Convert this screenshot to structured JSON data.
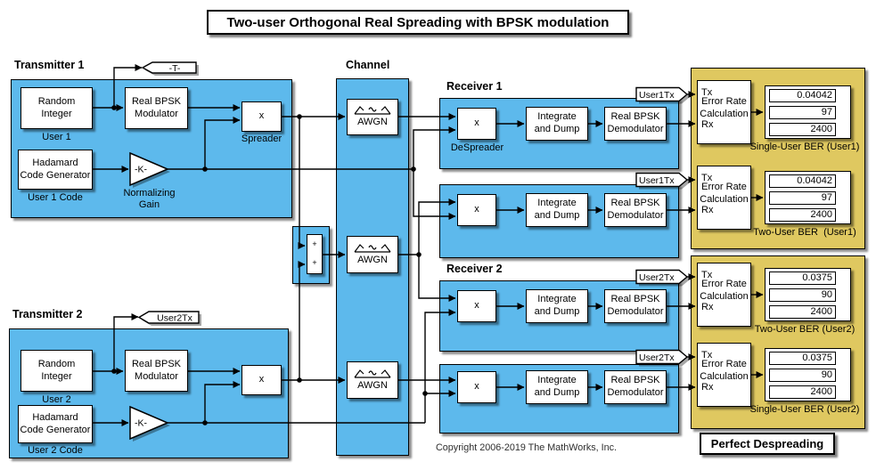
{
  "title": "Two-user Orthogonal Real Spreading with BPSK modulation",
  "copyright": "Copyright 2006-2019 The MathWorks, Inc.",
  "perfect_despreading": "Perfect Despreading",
  "colors": {
    "area_blue": "#5db9ec",
    "area_yellow": "#dfc860",
    "wire": "#000000",
    "block_bg": "#ffffff"
  },
  "areas": {
    "transmitter1": "Transmitter 1",
    "transmitter2": "Transmitter 2",
    "channel": "Channel",
    "receiver1": "Receiver 1",
    "receiver2": "Receiver 2"
  },
  "tags": {
    "goto_t": "-T-",
    "goto_user2": "User2Tx",
    "from_user1": "User1Tx",
    "from_user2": "User2Tx"
  },
  "tx1": {
    "random_integer": "Random\nInteger",
    "user_label": "User 1",
    "modulator": "Real BPSK\nModulator",
    "spreader_x": "x",
    "spreader_label": "Spreader",
    "hadamard": "Hadamard\nCode Generator",
    "code_label": "User 1 Code",
    "gain": "-K-",
    "gain_label": "Normalizing\nGain"
  },
  "tx2": {
    "random_integer": "Random\nInteger",
    "user_label": "User 2",
    "modulator": "Real BPSK\nModulator",
    "spreader_x": "x",
    "hadamard": "Hadamard\nCode Generator",
    "code_label": "User 2 Code",
    "gain": "-K-"
  },
  "channel_blocks": {
    "awgn": "AWGN"
  },
  "sum": {
    "plus1": "+",
    "plus2": "+"
  },
  "receivers": {
    "x": "x",
    "despreader_label": "DeSpreader",
    "integrate": "Integrate\nand Dump",
    "demodulator": "Real BPSK\nDemodulator"
  },
  "error_rate": {
    "tx": "Tx",
    "rx": "Rx",
    "label": "Error Rate\nCalculation"
  },
  "ber": {
    "row1": {
      "values": [
        "0.04042",
        "97",
        "2400"
      ],
      "label": "Single-User BER (User1)"
    },
    "row2": {
      "values": [
        "0.04042",
        "97",
        "2400"
      ],
      "label": "Two-User BER  (User1)"
    },
    "row3": {
      "values": [
        "0.0375",
        "90",
        "2400"
      ],
      "label": "Two-User BER (User2)"
    },
    "row4": {
      "values": [
        "0.0375",
        "90",
        "2400"
      ],
      "label": "Single-User BER (User2)"
    }
  }
}
